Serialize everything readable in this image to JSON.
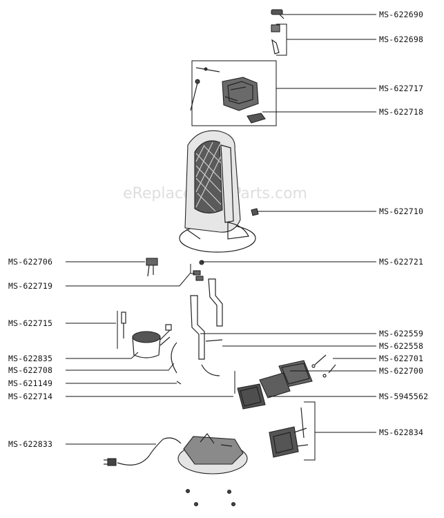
{
  "watermark": "eReplacementParts.com",
  "labels": {
    "p622690": "MS-622690",
    "p622698": "MS-622698",
    "p622717": "MS-622717",
    "p622718": "MS-622718",
    "p622710": "MS-622710",
    "p622706": "MS-622706",
    "p622721": "MS-622721",
    "p622719": "MS-622719",
    "p622715": "MS-622715",
    "p622559": "MS-622559",
    "p622558": "MS-622558",
    "p622835": "MS-622835",
    "p622701": "MS-622701",
    "p622708": "MS-622708",
    "p622700": "MS-622700",
    "p621149": "MS-621149",
    "p622714": "MS-622714",
    "p5945562": "MS-5945562",
    "p622834": "MS-622834",
    "p622833": "MS-622833"
  }
}
